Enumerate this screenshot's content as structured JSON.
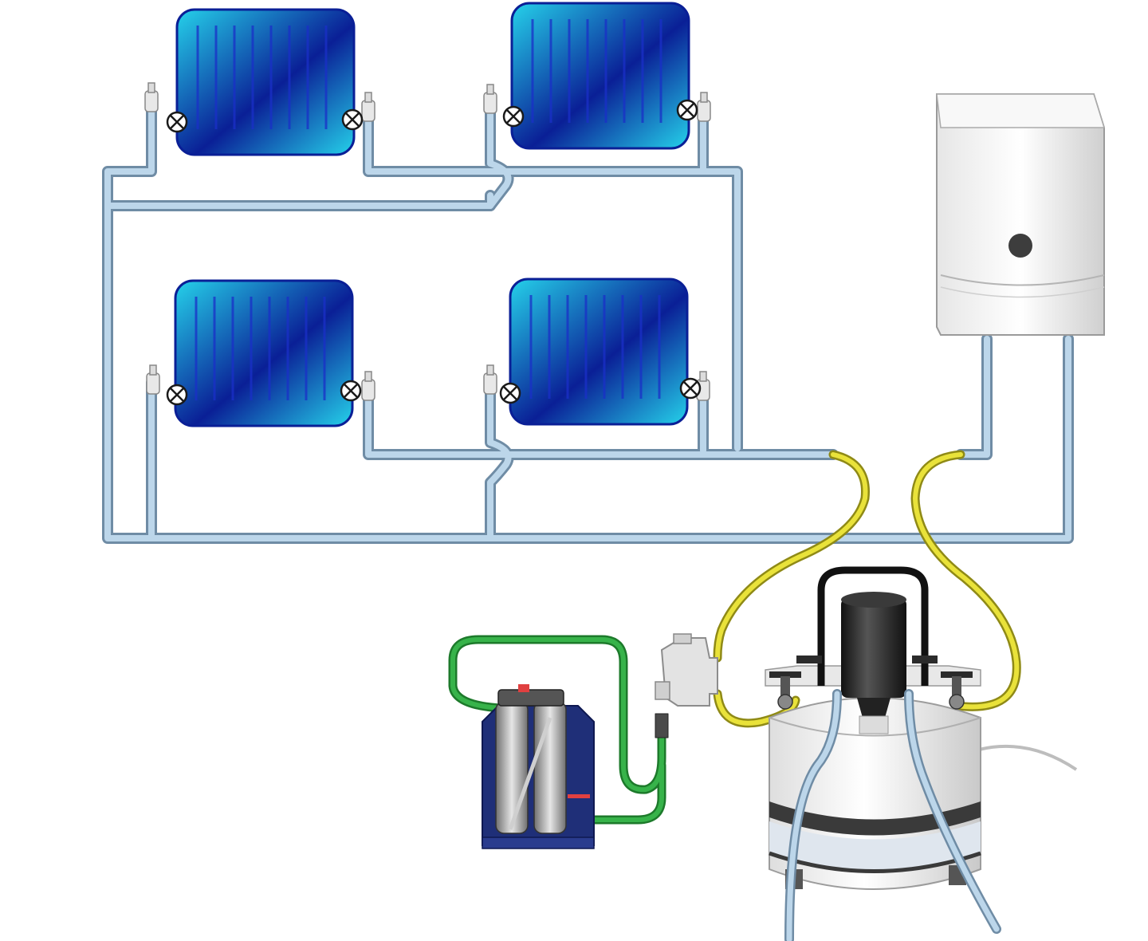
{
  "colors": {
    "background": "#ffffff",
    "pipe_fill": "#bcd6ea",
    "pipe_stroke": "#6f8ca5",
    "radiator_dark": "#0a1f96",
    "radiator_light": "#25d2ea",
    "radiator_fin": "#1a2fc8",
    "valve_fill": "#ffffff",
    "valve_stroke": "#1a1a1a",
    "flex_hose": "#e9e23a",
    "flex_hose_stroke": "#8f8a16",
    "green_hose": "#37b34a",
    "green_hose_stroke": "#1d7a2b",
    "boiler_body": "#f3f3f3",
    "boiler_shadow": "#d2d2d2",
    "boiler_button": "#3d3d3d",
    "flushing_unit_body": "#f4f4f4",
    "flushing_unit_band": "#dfe6ee",
    "flushing_motor": "#2b2b2b",
    "filter_housing": "#1f2f78",
    "filter_cylinder": "#b9b9b9"
  },
  "components": {
    "radiators": [
      {
        "id": "upper-left",
        "icon": "radiator-icon"
      },
      {
        "id": "upper-right",
        "icon": "radiator-icon"
      },
      {
        "id": "lower-left",
        "icon": "radiator-icon"
      },
      {
        "id": "lower-right",
        "icon": "radiator-icon"
      }
    ],
    "boiler": {
      "icon": "wall-boiler-icon"
    },
    "flushing_unit": {
      "icon": "flushing-pump-icon"
    },
    "filter_unit": {
      "icon": "filter-unit-icon"
    },
    "hoses": [
      "yellow-flex-hose-left",
      "yellow-flex-hose-right",
      "green-filter-hose"
    ]
  }
}
